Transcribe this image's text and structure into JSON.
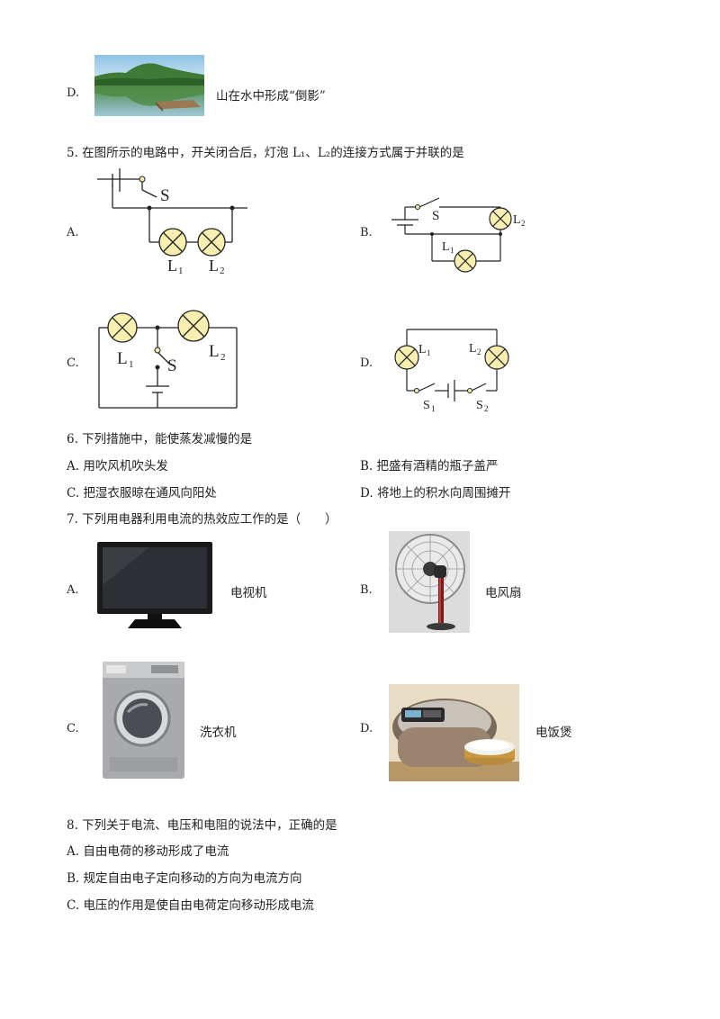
{
  "q4": {
    "option_d_label": "D.",
    "option_d_text": "山在水中形成“倒影”",
    "option_d_image": "mountain-reflection-photo"
  },
  "q5": {
    "stem": "5. 在图所示的电路中，开关闭合后，灯泡 L₁、L₂的连接方式属于并联的是",
    "options": [
      {
        "label": "A.",
        "switch": "S",
        "lamp1": "L",
        "lamp1_sub": "1",
        "lamp2": "L",
        "lamp2_sub": "2"
      },
      {
        "label": "B.",
        "switch": "S",
        "lamp1": "L",
        "lamp1_sub": "1",
        "lamp2": "L",
        "lamp2_sub": "2"
      },
      {
        "label": "C.",
        "switch": "S",
        "lamp1": "L",
        "lamp1_sub": "1",
        "lamp2": "L",
        "lamp2_sub": "2"
      },
      {
        "label": "D.",
        "switch1": "S",
        "switch1_sub": "1",
        "switch2": "S",
        "switch2_sub": "2",
        "lamp1": "L",
        "lamp1_sub": "1",
        "lamp2": "L",
        "lamp2_sub": "2"
      }
    ]
  },
  "q6": {
    "stem": "6. 下列措施中，能使蒸发减慢的是",
    "options": [
      {
        "label": "A.",
        "text": "用吹风机吹头发"
      },
      {
        "label": "B.",
        "text": "把盛有酒精的瓶子盖严"
      },
      {
        "label": "C.",
        "text": "把湿衣服晾在通风向阳处"
      },
      {
        "label": "D.",
        "text": "将地上的积水向周围摊开"
      }
    ]
  },
  "q7": {
    "stem": "7. 下列用电器利用电流的热效应工作的是（　　）",
    "options": [
      {
        "label": "A.",
        "text": "电视机",
        "image": "tv-photo"
      },
      {
        "label": "B.",
        "text": "电风扇",
        "image": "fan-photo"
      },
      {
        "label": "C.",
        "text": "洗衣机",
        "image": "washing-machine-photo"
      },
      {
        "label": "D.",
        "text": "电饭煲",
        "image": "rice-cooker-photo"
      }
    ]
  },
  "q8": {
    "stem": "8. 下列关于电流、电压和电阻的说法中，正确的是",
    "options": [
      {
        "label": "A.",
        "text": "自由电荷的移动形成了电流"
      },
      {
        "label": "B.",
        "text": "规定自由电子定向移动的方向为电流方向"
      },
      {
        "label": "C.",
        "text": "电压的作用是使自由电荷定向移动形成电流"
      }
    ]
  }
}
